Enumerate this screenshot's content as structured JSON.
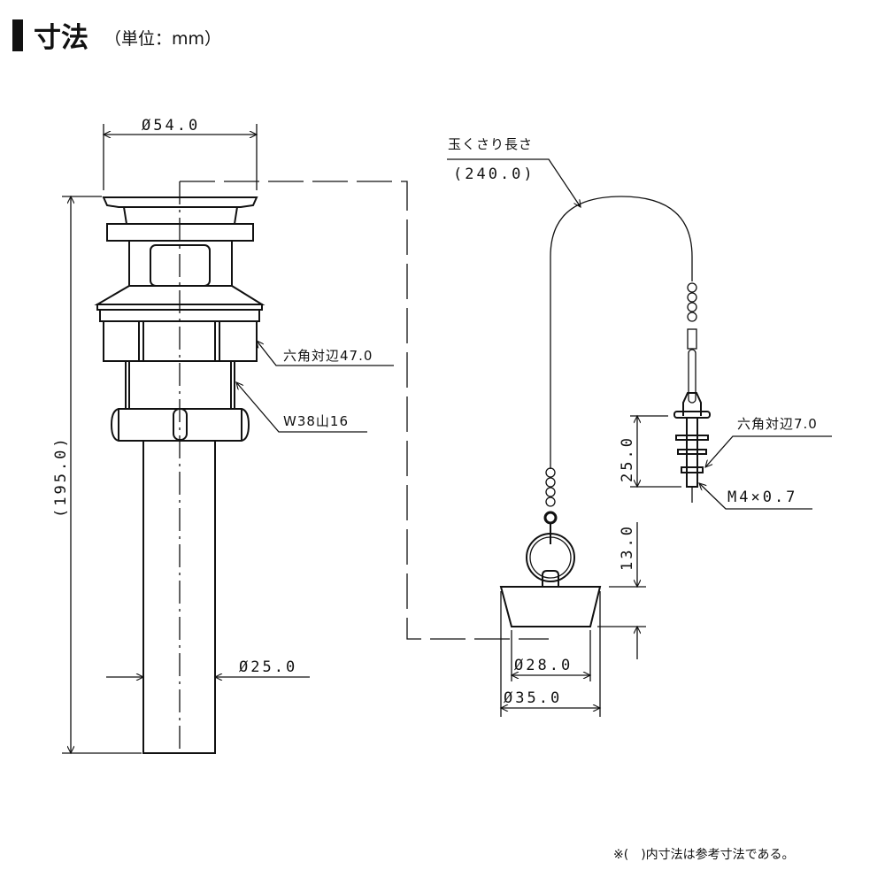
{
  "header": {
    "title": "寸法",
    "unit": "（単位：mm）"
  },
  "drain": {
    "top_diameter": "Ø54.0",
    "overall_height": "(195.0)",
    "pipe_diameter": "Ø25.0",
    "hex_label": "六角対辺47.0",
    "thread_label": "W38山16"
  },
  "chain": {
    "length_label": "玉くさり長さ",
    "length_value": "(240.0)",
    "hex_label": "六角対辺7.0",
    "screw_label": "M4×0.7",
    "bolt_length": "25.0"
  },
  "stopper": {
    "height": "13.0",
    "bottom_diameter": "Ø28.0",
    "top_diameter": "Ø35.0"
  },
  "footnote": "※(　)内寸法は参考寸法である。"
}
